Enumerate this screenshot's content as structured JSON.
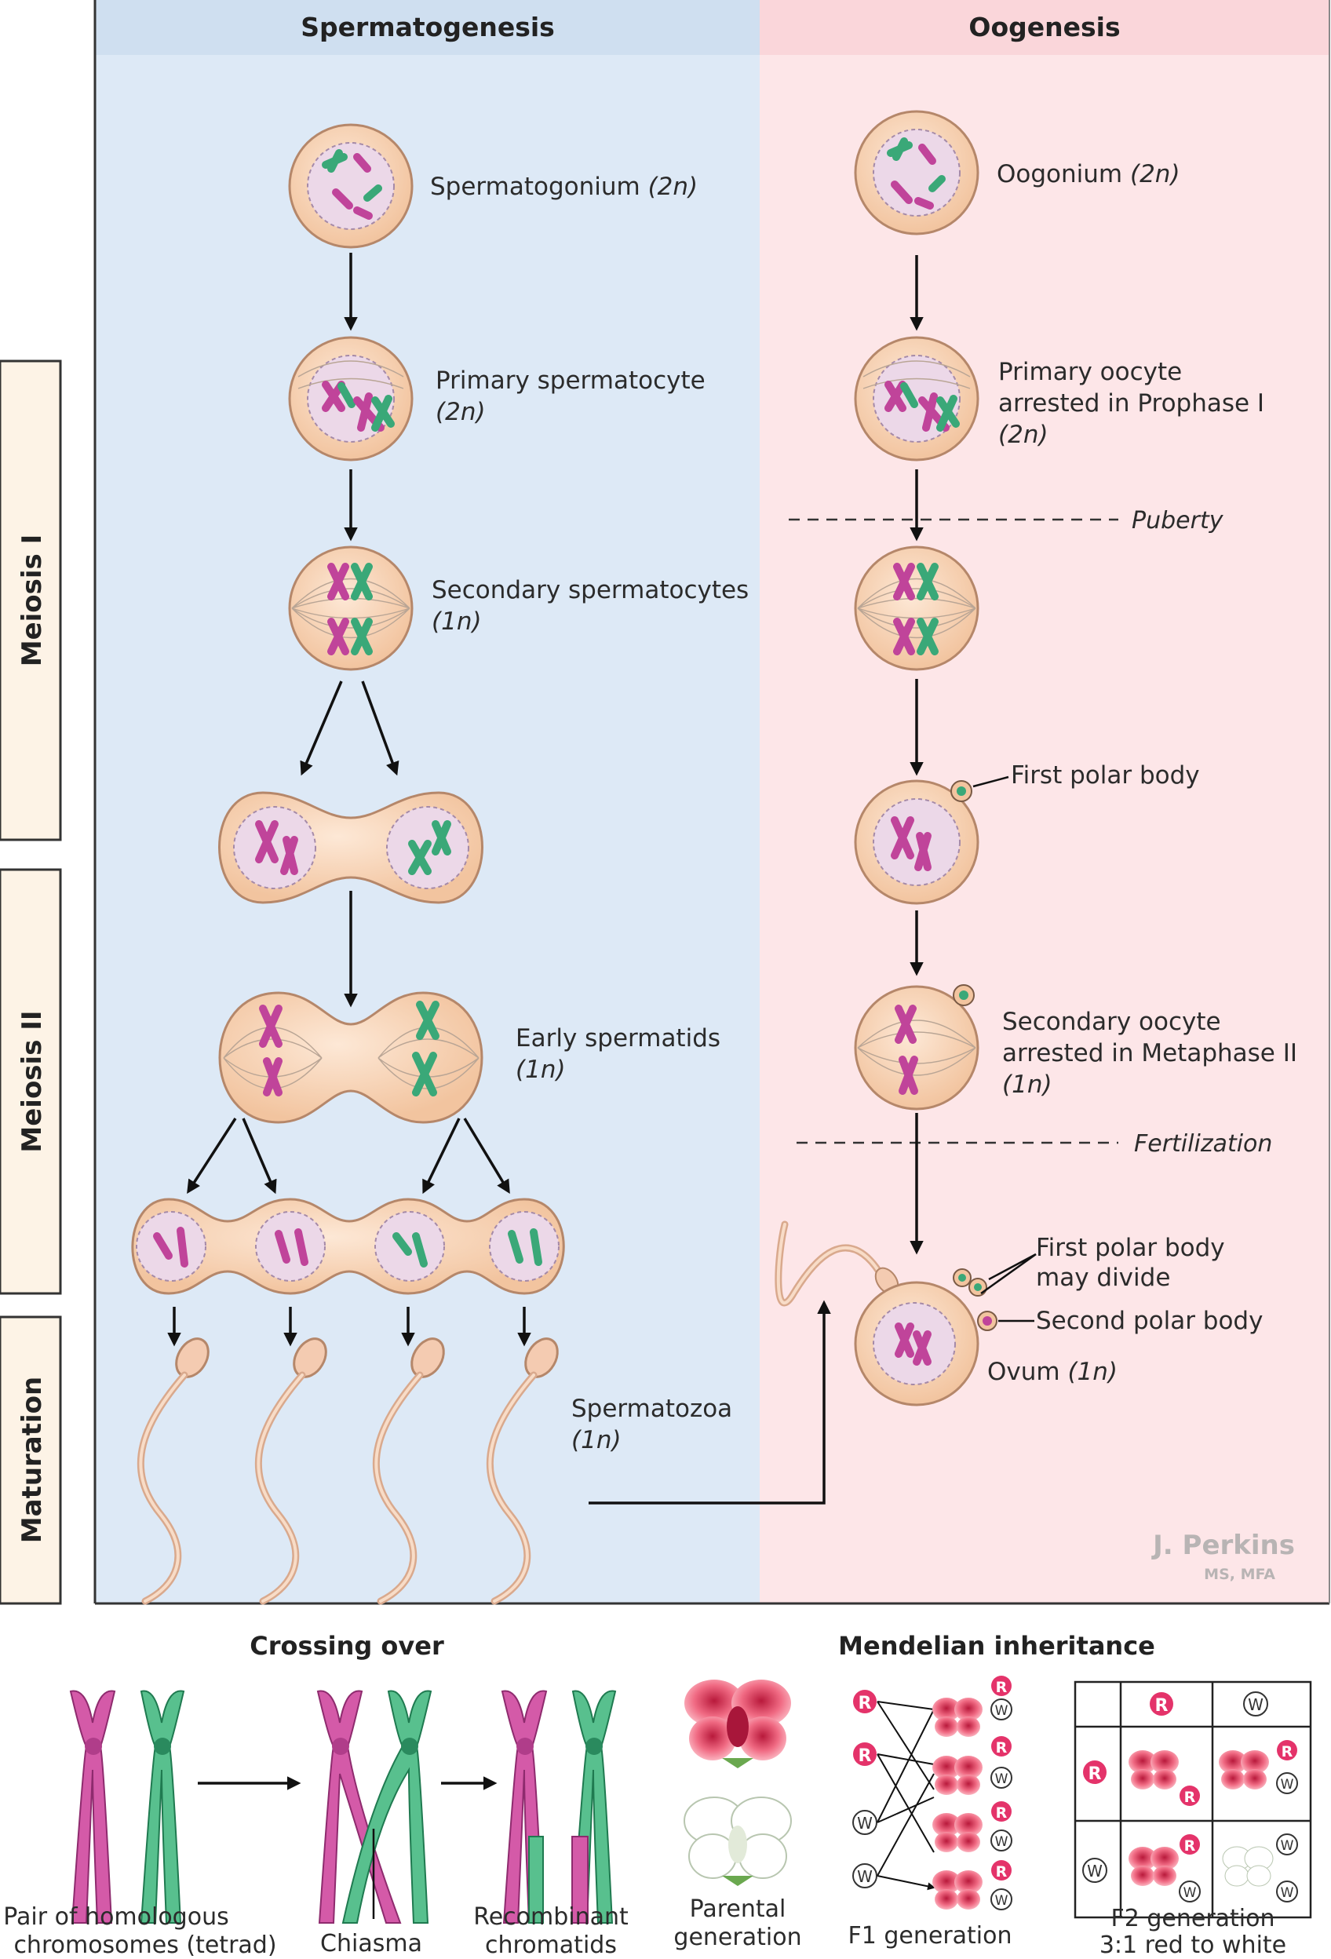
{
  "headers": {
    "left": "Spermatogenesis",
    "right": "Oogenesis"
  },
  "side_labels": {
    "meiosis1": "Meiosis I",
    "meiosis2": "Meiosis II",
    "maturation": "Maturation"
  },
  "sperm": {
    "spermatogonium": "Spermatogonium",
    "primary1": "Primary spermatocyte",
    "secondary1": "Secondary spermatocytes",
    "early1": "Early spermatids",
    "spermatozoa1": "Spermatozoa",
    "ploidy_2n": "(2n)",
    "ploidy_1n": "(1n)"
  },
  "oo": {
    "oogonium": "Oogonium",
    "primary_l1": "Primary oocyte",
    "primary_l2": "arrested in Prophase I",
    "puberty": "Puberty",
    "first_polar": "First polar body",
    "secondary_l1": "Secondary oocyte",
    "secondary_l2": "arrested in Metaphase II",
    "fertilization": "Fertilization",
    "first_polar_div_l1": "First polar body",
    "first_polar_div_l2": "may divide",
    "second_polar": "Second polar body",
    "ovum": "Ovum",
    "ploidy_2n": "(2n)",
    "ploidy_1n": "(1n)"
  },
  "signature": {
    "name": "J. Perkins",
    "credentials": "MS, MFA"
  },
  "crossing_over": {
    "title": "Crossing over",
    "pair_l1": "Pair of homologous",
    "pair_l2": "chromosomes (tetrad)",
    "chiasma": "Chiasma",
    "recomb_l1": "Recombinant",
    "recomb_l2": "chromatids"
  },
  "mendel": {
    "title": "Mendelian inheritance",
    "parental_l1": "Parental",
    "parental_l2": "generation",
    "f1": "F1 generation",
    "f2_l1": "F2 generation",
    "f2_l2": "3:1 red to white",
    "allele_R": "R",
    "allele_W": "W"
  },
  "colors": {
    "left_bg": "#dde9f6",
    "right_bg": "#fde6e8",
    "header_left": "#cfdff0",
    "header_right": "#fad6da",
    "cell": "#f5d2b4",
    "magenta": "#c0449a",
    "green": "#3aa878",
    "red_badge": "#e4336a"
  }
}
